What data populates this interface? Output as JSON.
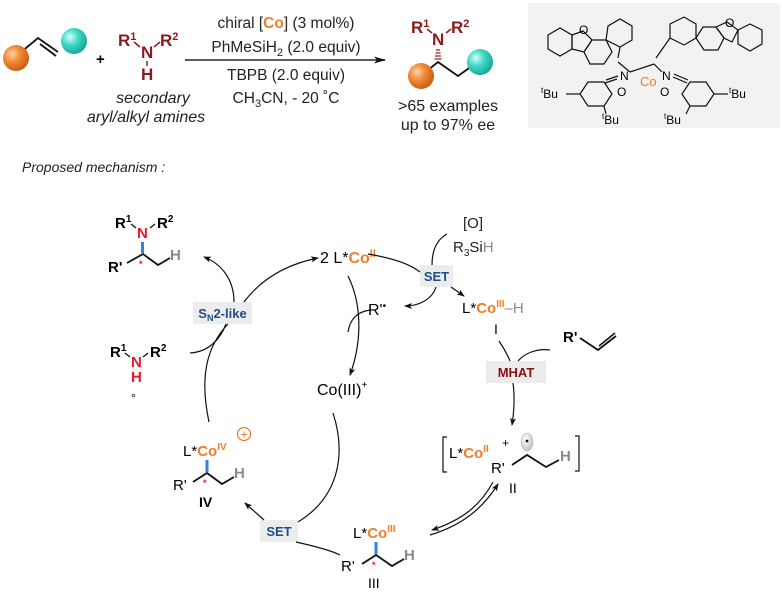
{
  "colors": {
    "accent_orange": "#f07d2a",
    "amine_red": "#8b1a1a",
    "nitrogen_red": "#e8182b",
    "badge_blue": "#1f4e8c",
    "badge_dark_red": "#8b0f10",
    "badge_bg": "#ececec",
    "ligand_box_bg": "#f2f2f2",
    "bond_blue": "#2e86de",
    "sphere_orange": "#f07d2a",
    "sphere_teal": "#3fd9c8"
  },
  "reaction": {
    "plus": "+",
    "amine": {
      "r1": "R",
      "r1_sup": "1",
      "n": "N",
      "r2": "R",
      "r2_sup": "2",
      "h": "H"
    },
    "amine_caption_1": "secondary",
    "amine_caption_2": "aryl/alkyl amines",
    "conditions": {
      "line1_pre": "chiral [",
      "line1_co": "Co",
      "line1_post": "] (3 mol%)",
      "line2_pre": "PhMeSiH",
      "line2_sub": "2",
      "line2_post": " (2.0 equiv)",
      "line3": "TBPB (2.0 equiv)",
      "line4_pre": "CH",
      "line4_sub": "3",
      "line4_post": "CN, - 20 ˚C"
    },
    "product": {
      "r1": "R",
      "r1_sup": "1",
      "n": "N",
      "r2": "R",
      "r2_sup": "2"
    },
    "scope_1": ">65 examples",
    "scope_2": "up to 97% ee"
  },
  "catalyst": {
    "co": "Co",
    "n_left": "N",
    "n_right": "N",
    "o_left": "O",
    "o_right": "O",
    "o_furan_left": "O",
    "o_furan_right": "O",
    "tbu": "Bu",
    "tbu_sup": "t"
  },
  "mechanism": {
    "title": "Proposed mechanism :",
    "co2_prefix": "2 L*",
    "co2_metal": "Co",
    "co2_ox": "II",
    "oxidant": "[O]",
    "silane_pre": "R",
    "silane_sub": "3",
    "silane_si": "Si",
    "silane_h": "H",
    "set_top": "SET",
    "radical": "R'",
    "radical_dot": "•",
    "int_I_prefix": "L*",
    "int_I_metal": "Co",
    "int_I_ox": "III",
    "int_I_h": "–H",
    "int_I_label": "I",
    "alkene_r": "R'",
    "mhat": "MHAT",
    "co3plus": "Co(III)",
    "co3plus_sup": "+",
    "int_II_prefix": "L*",
    "int_II_metal": "Co",
    "int_II_ox": "II",
    "int_II_plus": "+",
    "int_II_r": "R'",
    "int_II_h": "H",
    "int_II_label": "II",
    "int_III_prefix": "L*",
    "int_III_metal": "Co",
    "int_III_ox": "III",
    "int_III_r": "R'",
    "int_III_h": "H",
    "int_III_star": "*",
    "int_III_label": "III",
    "set_bottom": "SET",
    "int_IV_prefix": "L*",
    "int_IV_metal": "Co",
    "int_IV_ox": "IV",
    "int_IV_charge": "+",
    "int_IV_r": "R'",
    "int_IV_h": "H",
    "int_IV_star": "*",
    "int_IV_label": "IV",
    "sn2_s": "S",
    "sn2_sub": "N",
    "sn2_rest": "2-like",
    "amine_r1": "R",
    "amine_r1_sup": "1",
    "amine_n": "N",
    "amine_r2": "R",
    "amine_r2_sup": "2",
    "amine_h": "H",
    "amine_mark": "°",
    "prod_r1": "R",
    "prod_r1_sup": "1",
    "prod_n": "N",
    "prod_r2": "R",
    "prod_r2_sup": "2",
    "prod_r": "R'",
    "prod_h": "H",
    "prod_star": "*"
  }
}
